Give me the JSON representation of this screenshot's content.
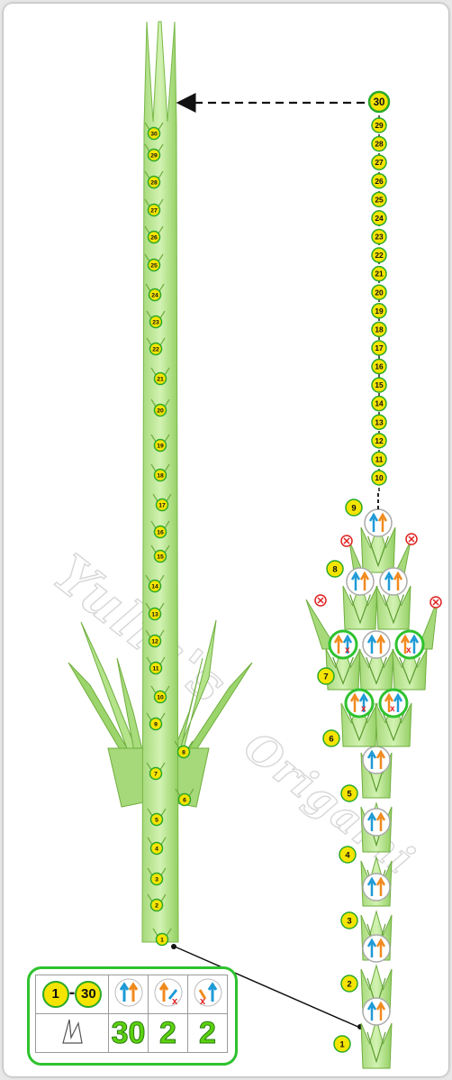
{
  "left_labels": [
    "30",
    "29",
    "28",
    "27",
    "26",
    "25",
    "24",
    "23",
    "22",
    "21",
    "20",
    "19",
    "18",
    "17",
    "16",
    "15",
    "14",
    "13",
    "12",
    "11",
    "10",
    "9",
    "8",
    "7",
    "6",
    "5",
    "4",
    "3",
    "2",
    "1"
  ],
  "top_label": "30",
  "right_labels": [
    "29",
    "28",
    "27",
    "26",
    "25",
    "24",
    "23",
    "22",
    "21",
    "20",
    "19",
    "18",
    "17",
    "16",
    "15",
    "14",
    "13",
    "12",
    "11",
    "10"
  ],
  "row_labels": [
    "9",
    "8",
    "7",
    "6",
    "5",
    "4",
    "3",
    "2",
    "1"
  ],
  "watermark": {
    "line1": "Yulia's",
    "line2": "Origami"
  },
  "legend": {
    "range_start": "1",
    "range_sep": "-",
    "range_end": "30",
    "count_total": "30",
    "count_left_x": "2",
    "count_right_x": "2"
  },
  "colors": {
    "piece_light": "#bfe89a",
    "piece_dark": "#86c24e",
    "label_fill": "#f5e400",
    "label_ring": "#2aa82a",
    "accent_green": "#2ec22e",
    "arrow_orange": "#f08a1e",
    "arrow_blue": "#1e9ad6",
    "x_red": "#e02020"
  }
}
